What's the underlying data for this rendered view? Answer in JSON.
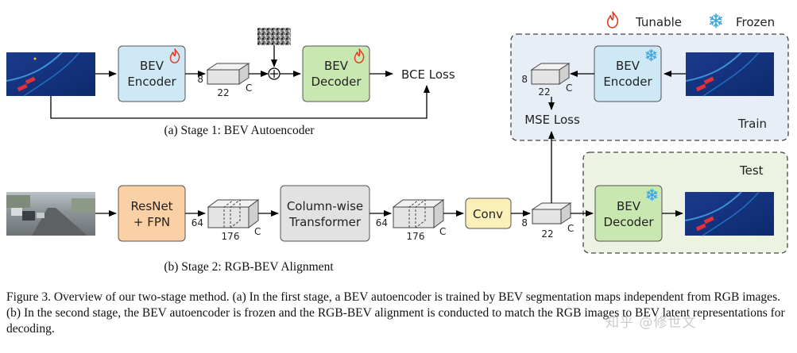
{
  "legend": {
    "tunable": "Tunable",
    "frozen": "Frozen"
  },
  "stage1": {
    "encoder": [
      "BEV",
      "Encoder"
    ],
    "decoder": [
      "BEV",
      "Decoder"
    ],
    "latent_dims": {
      "h": "8",
      "w": "22",
      "c": "C"
    },
    "loss": "BCE Loss",
    "caption": "(a) Stage 1: BEV Autoencoder"
  },
  "train_box": {
    "label": "Train",
    "encoder": [
      "BEV",
      "Encoder"
    ],
    "latent_dims": {
      "h": "8",
      "w": "22",
      "c": "C"
    },
    "loss": "MSE Loss"
  },
  "test_box": {
    "label": "Test",
    "decoder": [
      "BEV",
      "Decoder"
    ]
  },
  "stage2": {
    "backbone": [
      "ResNet",
      "+ FPN"
    ],
    "transformer": [
      "Column-wise",
      "Transformer"
    ],
    "conv": "Conv",
    "feat1_dims": {
      "h": "64",
      "w": "176",
      "c": "C"
    },
    "feat2_dims": {
      "h": "64",
      "w": "176",
      "c": "C"
    },
    "latent_dims": {
      "h": "8",
      "w": "22",
      "c": "C"
    },
    "caption": "(b) Stage 2: RGB-BEV Alignment"
  },
  "figure_caption": "Figure 3. Overview of our two-stage method. (a) In the first stage, a BEV autoencoder is trained by BEV segmentation maps independent from RGB images. (b) In the second stage, the BEV autoencoder is frozen and the RGB-BEV alignment is conducted to match the RGB images to BEV latent representations for decoding.",
  "watermark": "知乎 @修世文",
  "colors": {
    "encoder_fill": "#cfe8f6",
    "decoder_fill": "#c9e7b0",
    "backbone_fill": "#fbd0a5",
    "transformer_fill": "#e2e2e2",
    "conv_fill": "#fbf1b8",
    "train_box_fill": "#e7eef6",
    "test_box_fill": "#edf3e3",
    "flame": "#e03a1e",
    "snowflake": "#3fa7e0"
  }
}
